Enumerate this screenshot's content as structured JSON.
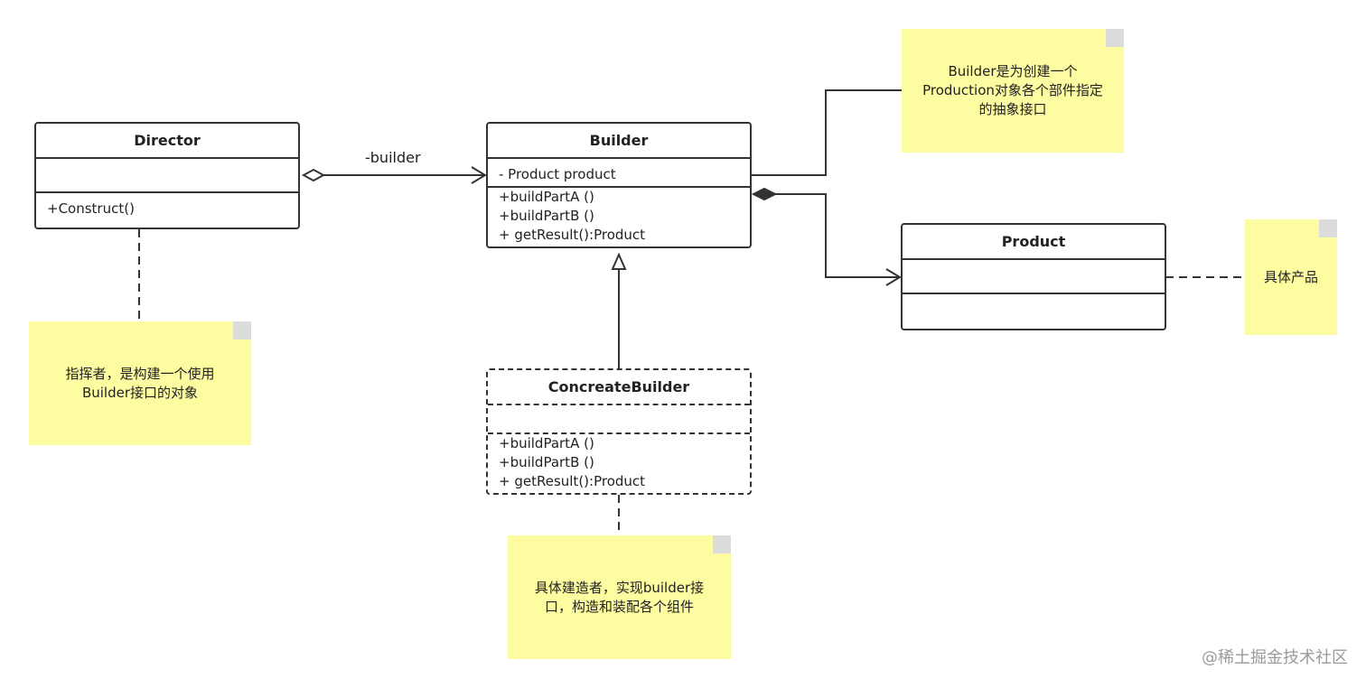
{
  "classes": {
    "director": {
      "name": "Director",
      "attributes": [],
      "methods": [
        "+Construct()"
      ]
    },
    "builder": {
      "name": "Builder",
      "attributes": [
        "- Product product"
      ],
      "methods": [
        "+buildPartA ()",
        "+buildPartB ()",
        "+ getResult():Product"
      ]
    },
    "product": {
      "name": "Product",
      "attributes": [],
      "methods": []
    },
    "concrete_builder": {
      "name": "ConcreateBuilder",
      "attributes": [],
      "methods": [
        "+buildPartA ()",
        "+buildPartB ()",
        "+ getResult():Product"
      ]
    }
  },
  "notes": {
    "builder_note": "Builder是为创建一个\nProduction对象各个部件指定\n的抽象接口",
    "director_note": "指挥者，是构建一个使用\nBuilder接口的对象",
    "product_note": "具体产品",
    "concrete_note": "具体建造者，实现builder接\n口，构造和装配各个组件"
  },
  "edges": {
    "director_builder_label": "-builder"
  },
  "watermark": "@稀土掘金技术社区",
  "colors": {
    "note_fill": "#fdfca0",
    "line": "#333333"
  }
}
